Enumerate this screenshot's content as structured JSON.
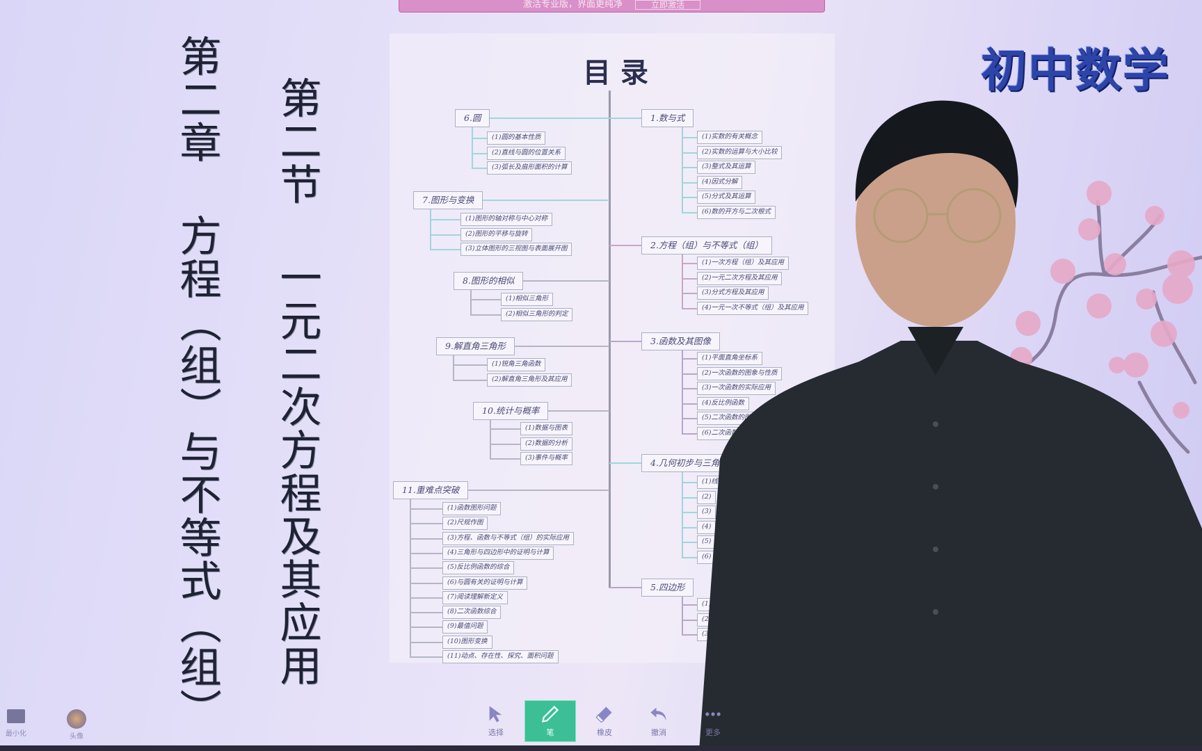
{
  "banner": {
    "text": "激活专业版，界面更纯净",
    "button": "立即激活"
  },
  "slide": {
    "chapter_title": "第二章 方程（组）与不等式（组）",
    "section_title": "第二节 一元二次方程及其应用",
    "brand": "初中数学",
    "mindmap": {
      "title": "目录",
      "right": [
        {
          "label": "1.数与式",
          "children": [
            "(1)实数的有关概念",
            "(2)实数的运算与大小比较",
            "(3)整式及其运算",
            "(4)因式分解",
            "(5)分式及其运算",
            "(6)数的开方与二次根式"
          ]
        },
        {
          "label": "2.方程（组）与不等式（组）",
          "children": [
            "(1)一次方程（组）及其应用",
            "(2)一元二次方程及其应用",
            "(3)分式方程及其应用",
            "(4)一元一次不等式（组）及其应用"
          ]
        },
        {
          "label": "3.函数及其图像",
          "children": [
            "(1)平面直角坐标系",
            "(2)一次函数的图象与性质",
            "(3)一次函数的实际应用",
            "(4)反比例函数",
            "(5)二次函数的图像",
            "(6)二次函数的综"
          ]
        },
        {
          "label": "4.几何初步与三角形",
          "children": [
            "(1)线段",
            "(2)",
            "(3)",
            "(4)",
            "(5)",
            "(6)"
          ]
        },
        {
          "label": "5.四边形",
          "children": [
            "(1)",
            "(2)",
            "(3)"
          ]
        }
      ],
      "left": [
        {
          "label": "6.圆",
          "children": [
            "(1)圆的基本性质",
            "(2)直线与圆的位置关系",
            "(3)弧长及扇形面积的计算"
          ]
        },
        {
          "label": "7.图形与变换",
          "children": [
            "(1)图形的轴对称与中心对称",
            "(2)图形的平移与旋转",
            "(3)立体图形的三视图与表面展开图"
          ]
        },
        {
          "label": "8.图形的相似",
          "children": [
            "(1)相似三角形",
            "(2)相似三角形的判定"
          ]
        },
        {
          "label": "9.解直角三角形",
          "children": [
            "(1)锐角三角函数",
            "(2)解直角三角形及其应用"
          ]
        },
        {
          "label": "10.统计与概率",
          "children": [
            "(1)数据与图表",
            "(2)数据的分析",
            "(3)事件与概率"
          ]
        },
        {
          "label": "11.重难点突破",
          "children": [
            "(1)函数图形问题",
            "(2)尺规作图",
            "(3)方程、函数与不等式（组）的实际应用",
            "(4)三角形与四边形中的证明与计算",
            "(5)反比例函数的综合",
            "(6)与圆有关的证明与计算",
            "(7)阅读理解新定义",
            "(8)二次函数综合",
            "(9)最值问题",
            "(10)图形变换",
            "(11)动点、存在性、探究、面积问题"
          ]
        }
      ]
    }
  },
  "toolbar": {
    "items": [
      {
        "label": "选择",
        "icon": "cursor-icon"
      },
      {
        "label": "笔",
        "icon": "pen-icon",
        "active": true
      },
      {
        "label": "橡皮",
        "icon": "eraser-icon"
      },
      {
        "label": "撤消",
        "icon": "undo-icon"
      },
      {
        "label": "更多",
        "icon": "more-icon"
      }
    ],
    "active_color": "#3cbf95"
  },
  "bottom_left": {
    "minimize_label": "最小化",
    "avatar_label": "头像"
  }
}
